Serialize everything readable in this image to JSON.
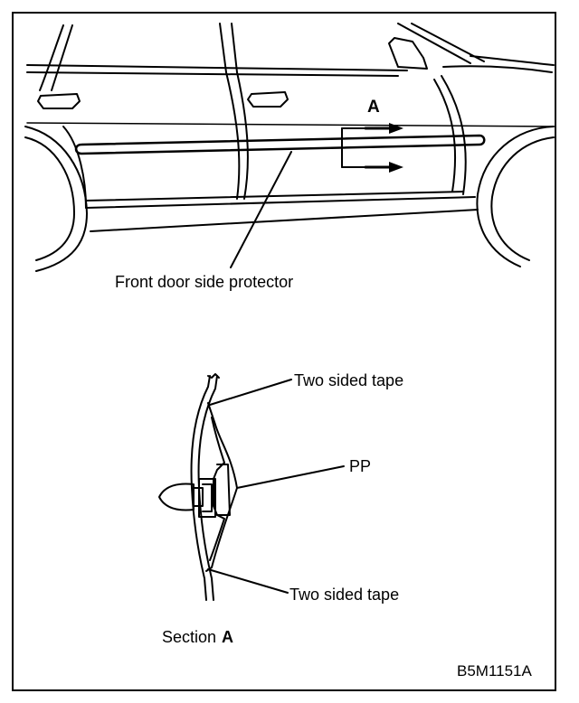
{
  "labels": {
    "front_door_protector": "Front door side protector",
    "section_arrow": "A",
    "tape_upper": "Two sided tape",
    "pp": "PP",
    "tape_lower": "Two sided tape",
    "section_prefix": "Section",
    "section_letter": "A",
    "figure_code": "B5M1151A"
  }
}
